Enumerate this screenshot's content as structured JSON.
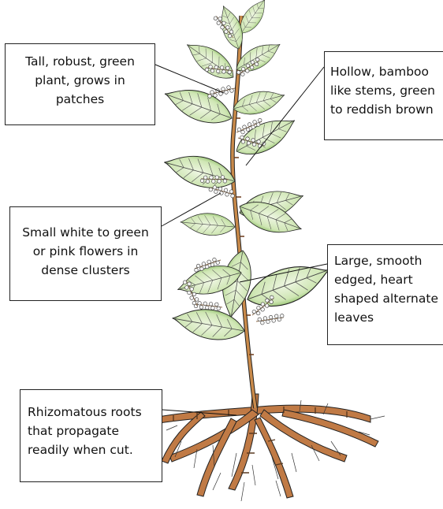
{
  "labels": {
    "habit": [
      "Tall, robust, green",
      "plant, grows in",
      "patches"
    ],
    "stems": [
      "Hollow, bamboo",
      "like stems, green",
      "to reddish brown"
    ],
    "flowers": [
      "Small white to green",
      "or pink flowers  in",
      "dense clusters"
    ],
    "leaves": [
      "Large, smooth",
      "edged, heart",
      "shaped alternate",
      "leaves"
    ],
    "roots": [
      "Rhizomatous roots",
      "that propagate",
      "readily when cut."
    ]
  },
  "colors": {
    "leaf_fill": "#cfe6b4",
    "leaf_dark": "#8fbf6a",
    "stem": "#c98a4a",
    "root": "#b0683a",
    "flower": "#e8e8e8",
    "ink": "#222222"
  }
}
